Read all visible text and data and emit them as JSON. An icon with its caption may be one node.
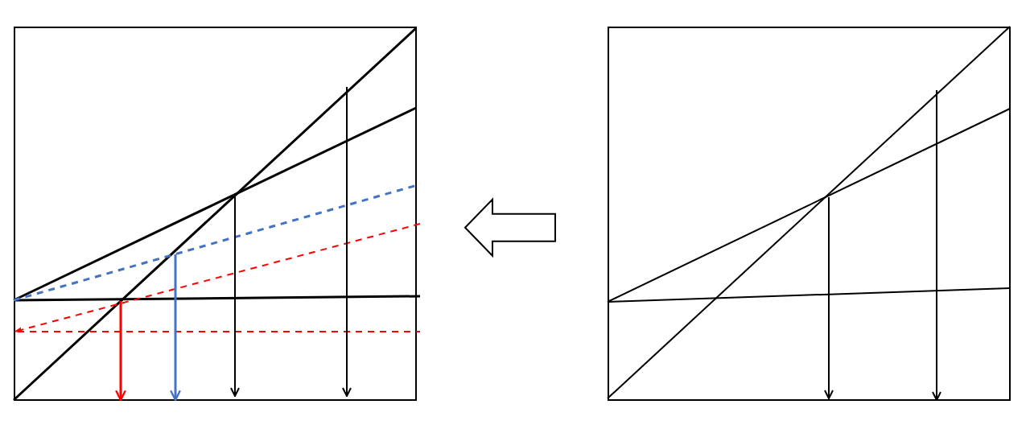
{
  "diagram": {
    "nodes": [
      {
        "text": [],
        "shape": "box"
      },
      {
        "text": [],
        "shape": "box"
      }
    ],
    "edges": [
      {
        "from": 1,
        "to": 0,
        "arrow": "to"
      }
    ]
  }
}
